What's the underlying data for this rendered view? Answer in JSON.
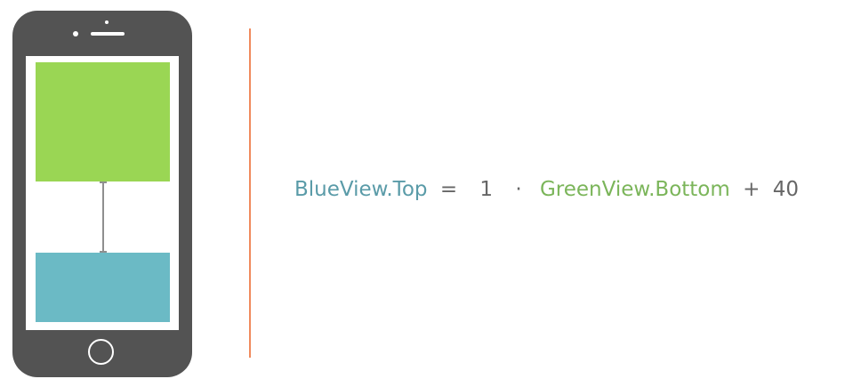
{
  "colors": {
    "phone_body": "#535353",
    "green_view": "#9ad654",
    "blue_view": "#6bbac5",
    "divider": "#f08a5d",
    "constraint": "#8f8f8f",
    "equation_blue_text": "#5a9ba8",
    "equation_green_text": "#7bb55a",
    "equation_operator_text": "#666666"
  },
  "icons": {
    "phone": "smartphone-icon",
    "home_button": "home-button-icon"
  },
  "equation": {
    "left_term": "BlueView.Top",
    "equals": "=",
    "multiplier": "1",
    "dot": "·",
    "right_term": "GreenView.Bottom",
    "plus": "+",
    "constant": "40"
  }
}
